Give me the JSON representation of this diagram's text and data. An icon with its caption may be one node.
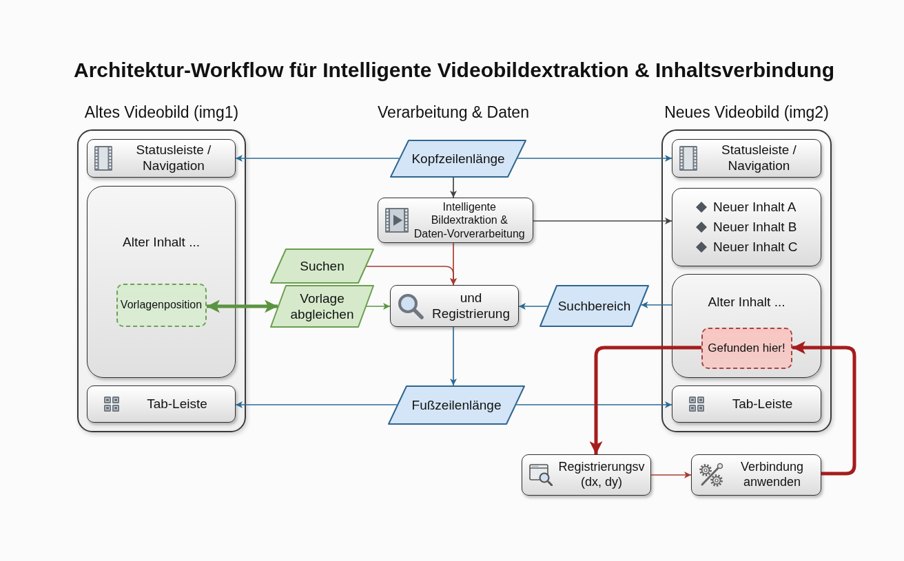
{
  "diagram": {
    "title": "Architektur-Workflow für Intelligente Videobildextraktion & Inhaltsverbindung",
    "nodes": [
      {
        "text": [
          "Altes Videobild (img1)"
        ]
      },
      {
        "text": [
          "Statusleiste / Navigation"
        ],
        "in": 0
      },
      {
        "text": [
          "Alter Inhalt ..."
        ],
        "in": 0
      },
      {
        "text": [
          "Vorlagenposition"
        ],
        "in": 2
      },
      {
        "text": [
          "Tab-Leiste"
        ],
        "in": 0
      },
      {
        "text": [
          "Kopfzeilenlänge"
        ]
      },
      {
        "text": [
          "Intelligente Bildextraktion & Daten-Vorverarbeitung"
        ]
      },
      {
        "text": [
          "Suchen"
        ]
      },
      {
        "text": [
          "Vorlage abgleichen"
        ]
      },
      {
        "text": [
          "und Registrierung"
        ]
      },
      {
        "text": [
          "Suchbereich"
        ]
      },
      {
        "text": [
          "Fußzeilenlänge"
        ]
      },
      {
        "text": [
          "Neues Videobild (img2)"
        ]
      },
      {
        "text": [
          "Statusleiste / Navigation"
        ],
        "in": 12
      },
      {
        "text": [
          "Neuer Inhalt A",
          "Neuer Inhalt B",
          "Neuer Inhalt C"
        ],
        "in": 12
      },
      {
        "text": [
          "Alter Inhalt ..."
        ],
        "in": 12
      },
      {
        "text": [
          "Gefunden hier!"
        ],
        "in": 15
      },
      {
        "text": [
          "Tab-Leiste"
        ],
        "in": 12
      },
      {
        "text": [
          "Registrierungsv (dx, dy)"
        ]
      },
      {
        "text": [
          "Verbindung anwenden"
        ]
      }
    ],
    "edges": [
      {
        "from": 5,
        "to": 1,
        "arrow": "to"
      },
      {
        "from": 5,
        "to": 13,
        "arrow": "to"
      },
      {
        "from": 5,
        "to": 6,
        "arrow": "to",
        "color": "#444444"
      },
      {
        "from": 6,
        "to": 14,
        "arrow": "to",
        "color": "#444444"
      },
      {
        "from": 6,
        "to": 9,
        "arrow": "to",
        "color": "#a83c30"
      },
      {
        "from": 7,
        "to": 9,
        "arrow": "to",
        "color": "#a83c30"
      },
      {
        "from": 8,
        "to": 3,
        "arrow": "both",
        "style": "thick",
        "color": "#5b9441"
      },
      {
        "from": 8,
        "to": 9,
        "arrow": "to",
        "color": "#5b9441"
      },
      {
        "from": 15,
        "to": 10,
        "arrow": "to"
      },
      {
        "from": 10,
        "to": 9,
        "arrow": "to"
      },
      {
        "from": 9,
        "to": 11,
        "arrow": "to"
      },
      {
        "from": 11,
        "to": 4,
        "arrow": "to"
      },
      {
        "from": 11,
        "to": 17,
        "arrow": "to"
      },
      {
        "from": 16,
        "to": 18,
        "arrow": "to",
        "style": "thick",
        "color": "#a51c1c"
      },
      {
        "from": 18,
        "to": 19,
        "arrow": "to",
        "color": "#a83c30"
      },
      {
        "from": 19,
        "to": 16,
        "arrow": "to",
        "style": "thick",
        "color": "#a51c1c"
      }
    ],
    "labels": [
      "Verarbeitung & Daten"
    ]
  }
}
